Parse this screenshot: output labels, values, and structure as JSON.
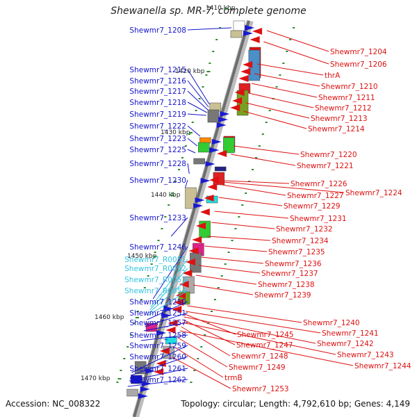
{
  "title": "Shewanella sp. MR-7, complete genome",
  "accession": "Accession: NC_008322",
  "topology": "Topology: circular; Length: 4,792,610 bp; Genes: 4,149",
  "colors": {
    "left_gene": "#1515c8",
    "left_rna": "#33c4e0",
    "right_gene": "#dd1111",
    "tick": "#2a8a2a"
  },
  "ruler": [
    {
      "label": "1410 kbp",
      "kbp": 1410
    },
    {
      "label": "1420 kbp",
      "kbp": 1420
    },
    {
      "label": "1430 kbp",
      "kbp": 1430
    },
    {
      "label": "1440 kbp",
      "kbp": 1440
    },
    {
      "label": "1450 kbp",
      "kbp": 1450
    },
    {
      "label": "1460 kbp",
      "kbp": 1460
    },
    {
      "label": "1470 kbp",
      "kbp": 1470
    }
  ],
  "left_labels": [
    {
      "text": "Shewmr7_1208",
      "kind": "gene"
    },
    {
      "text": "Shewmr7_1215",
      "kind": "gene"
    },
    {
      "text": "Shewmr7_1216",
      "kind": "gene"
    },
    {
      "text": "Shewmr7_1217",
      "kind": "gene"
    },
    {
      "text": "Shewmr7_1218",
      "kind": "gene"
    },
    {
      "text": "Shewmr7_1219",
      "kind": "gene"
    },
    {
      "text": "Shewmr7_1222",
      "kind": "gene"
    },
    {
      "text": "Shewmr7_1223",
      "kind": "gene"
    },
    {
      "text": "Shewmr7_1225",
      "kind": "gene"
    },
    {
      "text": "Shewmr7_1228",
      "kind": "gene"
    },
    {
      "text": "Shewmr7_1230",
      "kind": "gene"
    },
    {
      "text": "Shewmr7_1233",
      "kind": "gene"
    },
    {
      "text": "Shewmr7_1246",
      "kind": "gene"
    },
    {
      "text": "Shewmr7_R0051",
      "kind": "rna"
    },
    {
      "text": "Shewmr7_R0052",
      "kind": "rna"
    },
    {
      "text": "Shewmr7_R0053",
      "kind": "rna"
    },
    {
      "text": "Shewmr7_R0054",
      "kind": "rna"
    },
    {
      "text": "Shewmr7_1250",
      "kind": "gene"
    },
    {
      "text": "Shewmr7_1251",
      "kind": "gene"
    },
    {
      "text": "Shewmr7_1257",
      "kind": "gene"
    },
    {
      "text": "Shewmr7_1258",
      "kind": "gene"
    },
    {
      "text": "Shewmr7_1259",
      "kind": "gene"
    },
    {
      "text": "Shewmr7_1260",
      "kind": "gene"
    },
    {
      "text": "Shewmr7_1261",
      "kind": "gene"
    },
    {
      "text": "Shewmr7_1262",
      "kind": "gene"
    }
  ],
  "right_labels": [
    {
      "text": "Shewmr7_1204"
    },
    {
      "text": "Shewmr7_1206"
    },
    {
      "text": "thrA"
    },
    {
      "text": "Shewmr7_1210"
    },
    {
      "text": "Shewmr7_1211"
    },
    {
      "text": "Shewmr7_1212"
    },
    {
      "text": "Shewmr7_1213"
    },
    {
      "text": "Shewmr7_1214"
    },
    {
      "text": "Shewmr7_1220"
    },
    {
      "text": "Shewmr7_1221"
    },
    {
      "text": "Shewmr7_1226"
    },
    {
      "text": "Shewmr7_1224"
    },
    {
      "text": "Shewmr7_1227"
    },
    {
      "text": "Shewmr7_1229"
    },
    {
      "text": "Shewmr7_1231"
    },
    {
      "text": "Shewmr7_1232"
    },
    {
      "text": "Shewmr7_1234"
    },
    {
      "text": "Shewmr7_1235"
    },
    {
      "text": "Shewmr7_1236"
    },
    {
      "text": "Shewmr7_1237"
    },
    {
      "text": "Shewmr7_1238"
    },
    {
      "text": "Shewmr7_1239"
    },
    {
      "text": "Shewmr7_1240"
    },
    {
      "text": "Shewmr7_1241"
    },
    {
      "text": "Shewmr7_1245"
    },
    {
      "text": "Shewmr7_1242"
    },
    {
      "text": "Shewmr7_1247"
    },
    {
      "text": "Shewmr7_1243"
    },
    {
      "text": "Shewmr7_1248"
    },
    {
      "text": "Shewmr7_1244"
    },
    {
      "text": "Shewmr7_1249"
    },
    {
      "text": "trmB"
    },
    {
      "text": "Shewmr7_1253"
    }
  ]
}
